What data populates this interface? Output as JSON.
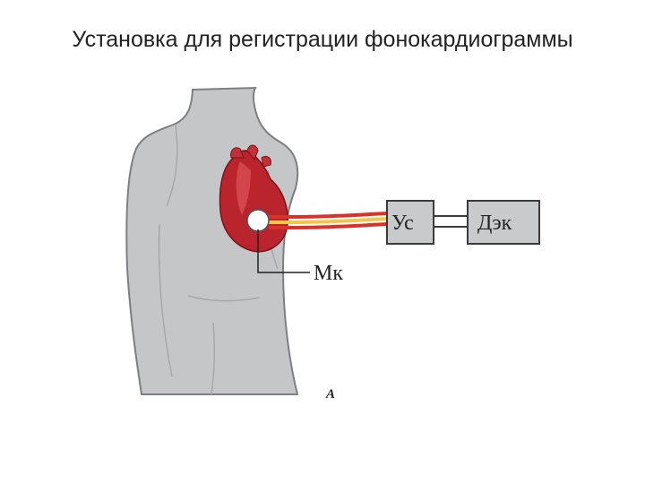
{
  "title": "Установка для регистрации фонокардиограммы",
  "diagram": {
    "amplifier_label": "Ус",
    "recorder_label": "Дэк",
    "microphone_label": "Мк",
    "figure_letter": "А"
  },
  "colors": {
    "body": "#c5c6c8",
    "body_outline": "#7d7f82",
    "heart": "#b9242d",
    "heart_light": "#e0525a",
    "wire_red": "#d9322b",
    "wire_yellow": "#f3c64a",
    "box_fill": "#c9cacc",
    "box_stroke": "#3b3b3b"
  }
}
